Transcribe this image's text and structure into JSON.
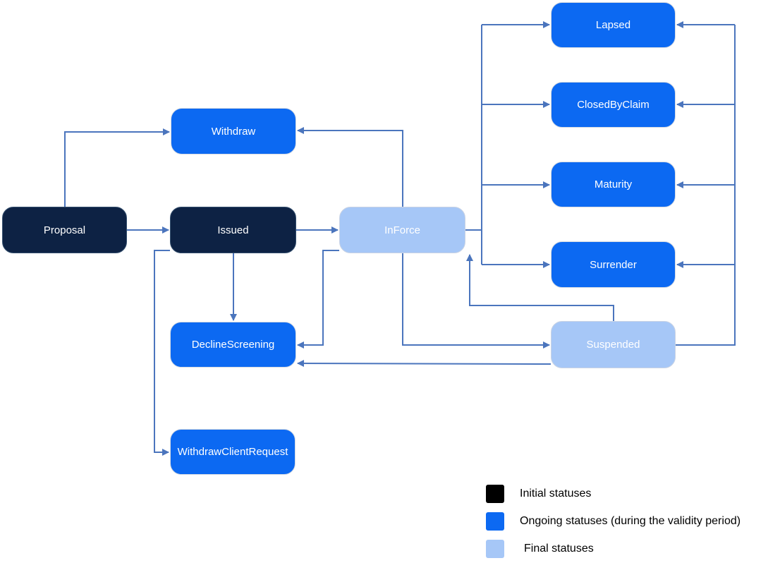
{
  "diagram": {
    "type": "state-flowchart",
    "nodes": [
      {
        "id": "proposal",
        "label": "Proposal",
        "category": "initial"
      },
      {
        "id": "issued",
        "label": "Issued",
        "category": "initial"
      },
      {
        "id": "withdraw",
        "label": "Withdraw",
        "category": "ongoing"
      },
      {
        "id": "inforce",
        "label": "InForce",
        "category": "final"
      },
      {
        "id": "declinescreening",
        "label": "DeclineScreening",
        "category": "ongoing"
      },
      {
        "id": "withdrawclientrequest",
        "label": "WithdrawClientRequest",
        "category": "ongoing"
      },
      {
        "id": "lapsed",
        "label": "Lapsed",
        "category": "ongoing"
      },
      {
        "id": "closedbyclaim",
        "label": "ClosedByClaim",
        "category": "ongoing"
      },
      {
        "id": "maturity",
        "label": "Maturity",
        "category": "ongoing"
      },
      {
        "id": "surrender",
        "label": "Surrender",
        "category": "ongoing"
      },
      {
        "id": "suspended",
        "label": "Suspended",
        "category": "final"
      }
    ],
    "edges": [
      {
        "from": "proposal",
        "to": "issued"
      },
      {
        "from": "proposal",
        "to": "withdraw"
      },
      {
        "from": "issued",
        "to": "inforce"
      },
      {
        "from": "issued",
        "to": "declinescreening"
      },
      {
        "from": "issued",
        "to": "withdrawclientrequest"
      },
      {
        "from": "inforce",
        "to": "withdraw"
      },
      {
        "from": "inforce",
        "to": "lapsed"
      },
      {
        "from": "inforce",
        "to": "closedbyclaim"
      },
      {
        "from": "inforce",
        "to": "maturity"
      },
      {
        "from": "inforce",
        "to": "surrender"
      },
      {
        "from": "inforce",
        "to": "suspended"
      },
      {
        "from": "inforce",
        "to": "declinescreening"
      },
      {
        "from": "suspended",
        "to": "inforce"
      },
      {
        "from": "suspended",
        "to": "declinescreening"
      },
      {
        "from": "suspended",
        "to": "lapsed"
      },
      {
        "from": "suspended",
        "to": "closedbyclaim"
      },
      {
        "from": "suspended",
        "to": "maturity"
      },
      {
        "from": "suspended",
        "to": "surrender"
      }
    ],
    "colors": {
      "initial_fill": "#0d2244",
      "ongoing_fill": "#0c69f2",
      "final_fill": "#a6c7f7",
      "node_text": "#ffffff",
      "connector": "#4b75bd"
    }
  },
  "legend": {
    "items": [
      {
        "label": "Initial statuses",
        "color": "#000000"
      },
      {
        "label": "Ongoing statuses (during the validity period)",
        "color": "#0c69f2"
      },
      {
        "label": "Final statuses",
        "color": "#a6c7f7"
      }
    ]
  }
}
